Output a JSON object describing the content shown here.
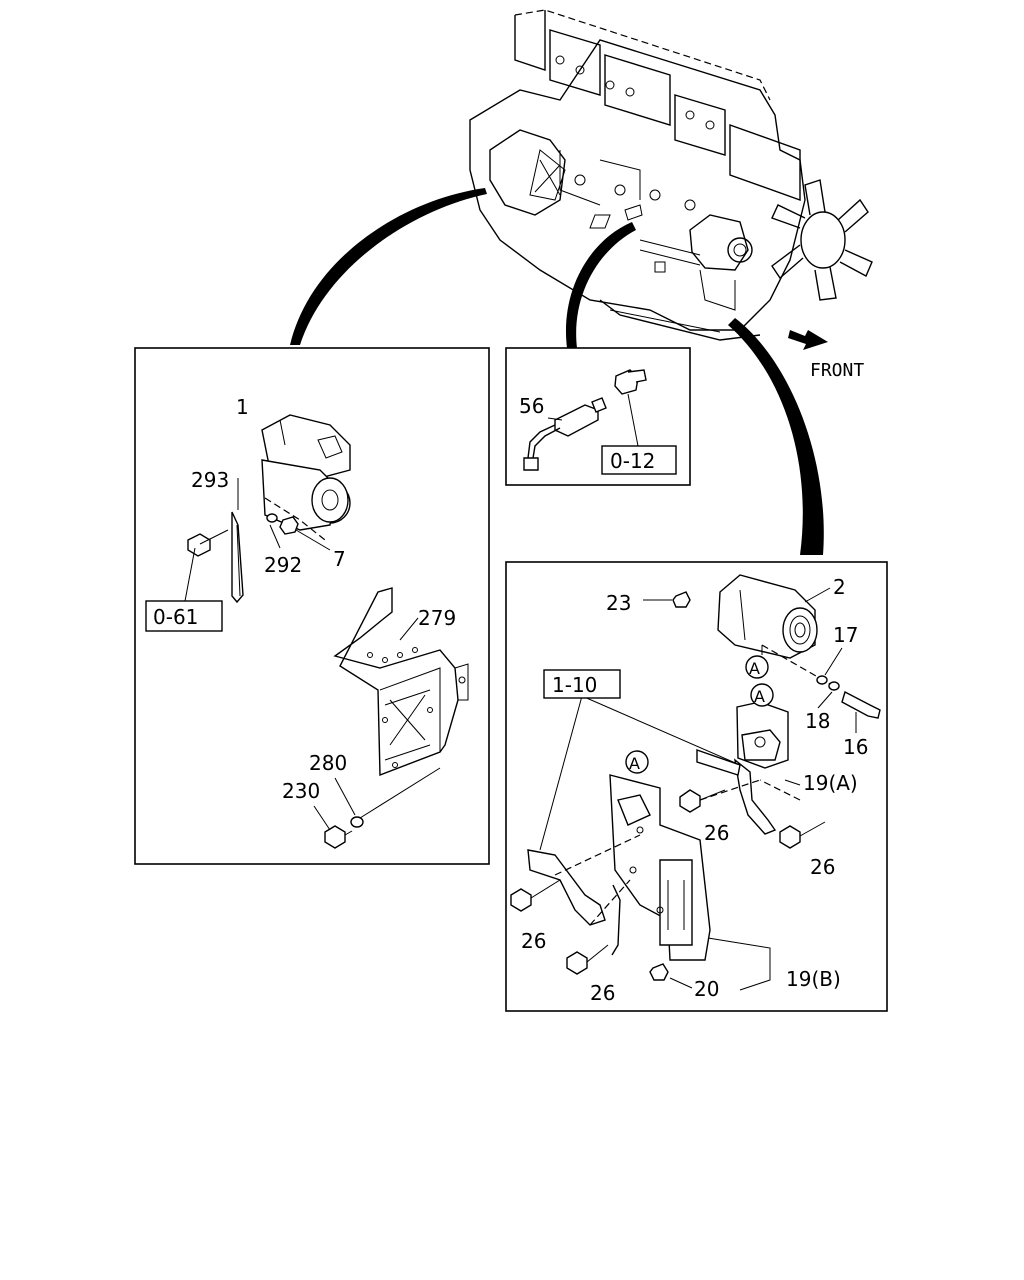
{
  "orientation_label": "FRONT",
  "panels": {
    "starter": {
      "callouts": [
        "1",
        "293",
        "292",
        "7",
        "279",
        "280",
        "230"
      ],
      "ref": "0-61"
    },
    "sensor": {
      "callouts": [
        "56"
      ],
      "ref": "0-12"
    },
    "generator": {
      "callouts": [
        "2",
        "23",
        "17",
        "18",
        "16",
        "19(A)",
        "26",
        "26",
        "26",
        "26",
        "20",
        "19(B)"
      ],
      "ref": "1-10",
      "markers": [
        "A",
        "A",
        "A"
      ]
    }
  }
}
